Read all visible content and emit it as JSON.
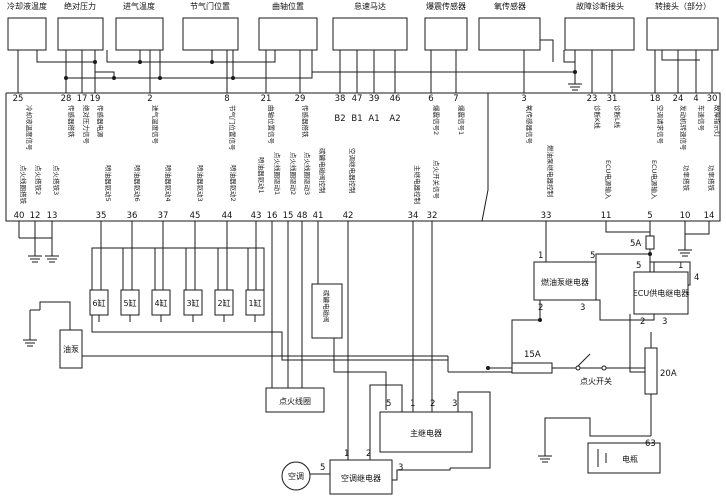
{
  "top_sensors": [
    {
      "key": "coolant",
      "label": "冷却液温度"
    },
    {
      "key": "abs_pressure",
      "label": "绝对压力"
    },
    {
      "key": "intake_temp",
      "label": "进气温度"
    },
    {
      "key": "throttle",
      "label": "节气门位置"
    },
    {
      "key": "crank",
      "label": "曲轴位置"
    },
    {
      "key": "speed",
      "label": "怠速马达"
    },
    {
      "key": "knock",
      "label": "爆震传感器"
    },
    {
      "key": "oxygen",
      "label": "氧传感器"
    },
    {
      "key": "diag",
      "label": "故障诊断接头"
    },
    {
      "key": "connector",
      "label": "转接头（部分）"
    }
  ],
  "top_pins": [
    {
      "id": "p25",
      "n": "25"
    },
    {
      "id": "p28",
      "n": "28"
    },
    {
      "id": "p17",
      "n": "17"
    },
    {
      "id": "p19",
      "n": "19"
    },
    {
      "id": "p2",
      "n": "2"
    },
    {
      "id": "p8",
      "n": "8"
    },
    {
      "id": "p21",
      "n": "21"
    },
    {
      "id": "p29",
      "n": "29"
    },
    {
      "id": "p38",
      "n": "38"
    },
    {
      "id": "p47",
      "n": "47"
    },
    {
      "id": "p39",
      "n": "39"
    },
    {
      "id": "p46",
      "n": "46"
    },
    {
      "id": "p6",
      "n": "6"
    },
    {
      "id": "p7",
      "n": "7"
    },
    {
      "id": "p3",
      "n": "3"
    },
    {
      "id": "p23",
      "n": "23"
    },
    {
      "id": "p31",
      "n": "31"
    },
    {
      "id": "p18",
      "n": "18"
    },
    {
      "id": "p24",
      "n": "24"
    },
    {
      "id": "p4",
      "n": "4"
    },
    {
      "id": "p30",
      "n": "30"
    }
  ],
  "top_signal_labels": [
    {
      "id": "s25",
      "text": "冷却液温度信号"
    },
    {
      "id": "s28",
      "text": "传感器搭铁"
    },
    {
      "id": "s17",
      "text": "绝对压力信号"
    },
    {
      "id": "s19",
      "text": "传感器电源"
    },
    {
      "id": "s2",
      "text": "进气温度信号"
    },
    {
      "id": "s8",
      "text": "节气门位置信号"
    },
    {
      "id": "s21",
      "text": "曲轴位置信号"
    },
    {
      "id": "s29",
      "text": "传感器搭铁"
    },
    {
      "id": "s6",
      "text": "爆震信号2"
    },
    {
      "id": "s7",
      "text": "爆震信号1"
    },
    {
      "id": "s3",
      "text": "氧传感器信号"
    },
    {
      "id": "s23",
      "text": "诊断K线"
    },
    {
      "id": "s31",
      "text": "诊断L线"
    },
    {
      "id": "s18",
      "text": "空调请求信号"
    },
    {
      "id": "s24",
      "text": "发动机转速信号"
    },
    {
      "id": "s4",
      "text": "车速信号"
    },
    {
      "id": "s30",
      "text": "故障指示灯"
    }
  ],
  "idle_motor_terms": [
    {
      "id": "b2",
      "text": "B2"
    },
    {
      "id": "b1",
      "text": "B1"
    },
    {
      "id": "a1",
      "text": "A1"
    },
    {
      "id": "a2",
      "text": "A2"
    }
  ],
  "bottom_pins": [
    {
      "id": "q40",
      "n": "40"
    },
    {
      "id": "q12",
      "n": "12"
    },
    {
      "id": "q13",
      "n": "13"
    },
    {
      "id": "q35",
      "n": "35"
    },
    {
      "id": "q36",
      "n": "36"
    },
    {
      "id": "q37",
      "n": "37"
    },
    {
      "id": "q45",
      "n": "45"
    },
    {
      "id": "q44",
      "n": "44"
    },
    {
      "id": "q43",
      "n": "43"
    },
    {
      "id": "q16",
      "n": "16"
    },
    {
      "id": "q15",
      "n": "15"
    },
    {
      "id": "q48",
      "n": "48"
    },
    {
      "id": "q41",
      "n": "41"
    },
    {
      "id": "q42",
      "n": "42"
    },
    {
      "id": "q34",
      "n": "34"
    },
    {
      "id": "q32",
      "n": "32"
    },
    {
      "id": "q33",
      "n": "33"
    },
    {
      "id": "q11",
      "n": "11"
    },
    {
      "id": "q5",
      "n": "5"
    },
    {
      "id": "q10",
      "n": "10"
    },
    {
      "id": "q14",
      "n": "14"
    }
  ],
  "bottom_signal_labels": [
    {
      "id": "l40",
      "text": "点火线圈搭铁"
    },
    {
      "id": "l12",
      "text": "点火搭铁2"
    },
    {
      "id": "l13",
      "text": "点火搭铁3"
    },
    {
      "id": "l35",
      "text": "喷油器驱动5"
    },
    {
      "id": "l36",
      "text": "喷油器驱动6"
    },
    {
      "id": "l37",
      "text": "喷油器驱动4"
    },
    {
      "id": "l45",
      "text": "喷油器驱动3"
    },
    {
      "id": "l44",
      "text": "喷油器驱动2"
    },
    {
      "id": "l43",
      "text": "喷油器驱动1"
    },
    {
      "id": "l16",
      "text": "点火线圈驱动1"
    },
    {
      "id": "l15",
      "text": "点火线圈驱动2"
    },
    {
      "id": "l48",
      "text": "点火线圈驱动3"
    },
    {
      "id": "l41",
      "text": "碳罐电磁阀控制"
    },
    {
      "id": "l42",
      "text": "空调继电器控制"
    },
    {
      "id": "l34",
      "text": "主继电器控制"
    },
    {
      "id": "l32",
      "text": "点火开关信号"
    },
    {
      "id": "l33",
      "text": "燃油泵继电器控制"
    },
    {
      "id": "l11",
      "text": "ECU电源输入"
    },
    {
      "id": "l5",
      "text": "ECU电源输入"
    },
    {
      "id": "l10",
      "text": "功率搭铁"
    },
    {
      "id": "l14",
      "text": "功率搭铁"
    }
  ],
  "injectors": [
    {
      "id": "i6",
      "text": "6缸"
    },
    {
      "id": "i5",
      "text": "5缸"
    },
    {
      "id": "i4",
      "text": "4缸"
    },
    {
      "id": "i3",
      "text": "3缸"
    },
    {
      "id": "i2",
      "text": "2缸"
    },
    {
      "id": "i1",
      "text": "1缸"
    }
  ],
  "components": {
    "fuel_pump": "油泵",
    "canister_valve": "碳罐电磁阀",
    "ignition_coil": "点火线圈",
    "pump_relay": "燃油泵继电器",
    "ecu_relay": "ECU供电继电器",
    "main_relay": "主继电器",
    "ac_relay": "空调继电器",
    "ac": "空调",
    "battery": "电瓶",
    "ignition_switch": "点火开关",
    "fuse_5a": "5A",
    "fuse_15a": "15A",
    "fuse_20a": "20A"
  },
  "relay_pins": {
    "pump_relay": {
      "a": "1",
      "b": "5",
      "c": "2",
      "d": "3"
    },
    "ecu_relay": {
      "a": "5",
      "b": "1",
      "c": "4",
      "d": "2",
      "e": "3"
    },
    "main_relay": {
      "a": "5",
      "b": "1",
      "c": "2",
      "d": "3"
    },
    "ac_relay": {
      "a": "1",
      "b": "2",
      "c": "5",
      "d": "3"
    },
    "battery_post": "63"
  }
}
